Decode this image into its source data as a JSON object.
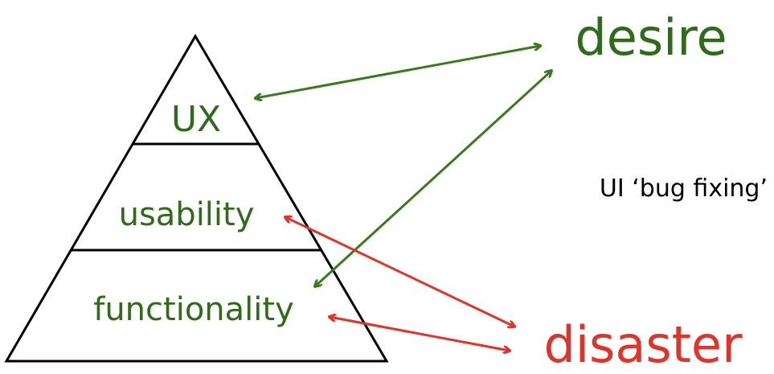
{
  "pyramid": {
    "levels": [
      {
        "label": "UX"
      },
      {
        "label": "usability"
      },
      {
        "label": "functionality"
      }
    ]
  },
  "outcomes": {
    "desire": "desire",
    "disaster": "disaster"
  },
  "annotation": "UI ‘bug fixing’",
  "colors": {
    "positive": "#2f6b1a",
    "negative": "#e0332a",
    "outline": "#000000"
  }
}
